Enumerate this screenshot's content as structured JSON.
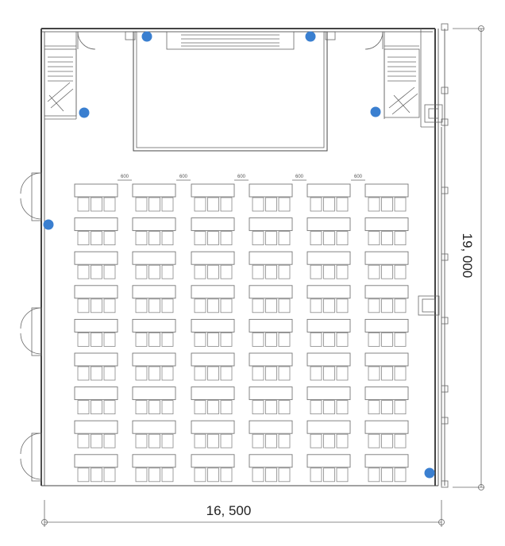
{
  "dimensions": {
    "width_label": "16, 500",
    "height_label": "19, 000"
  },
  "spacing_labels": [
    "600",
    "600",
    "600",
    "600",
    "600"
  ],
  "seating": {
    "columns": 6,
    "rows": 9,
    "chairs_per_desk": 3
  },
  "colors": {
    "marker": "#3a7fd0",
    "wall": "#444444",
    "furniture": "#777777"
  }
}
